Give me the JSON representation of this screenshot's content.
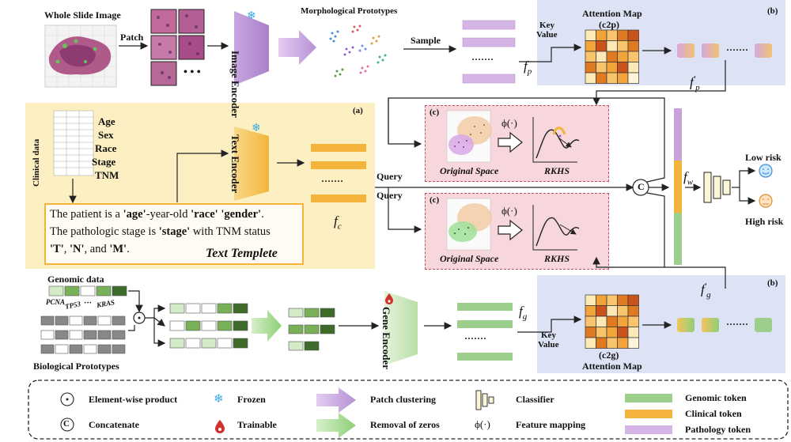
{
  "top": {
    "wsi_label": "Whole Slide Image",
    "patch_label": "Patch",
    "image_encoder": "Image Encoder",
    "morph_label": "Morphological Prototypes",
    "sample_label": "Sample",
    "dots": "·······",
    "fp": "f",
    "fp_sub": "p",
    "patch_dots": "• • •"
  },
  "panel_b_top": {
    "tag": "(b)",
    "key_value": "Key\nValue",
    "key": "Key",
    "value": "Value",
    "attn_title": "Attention Map",
    "attn_sub": "(c2p)",
    "dots": "·······",
    "fp_prime": "f",
    "fp_prime_sub": "p",
    "prime": "'"
  },
  "panel_a": {
    "tag": "(a)",
    "clinical_label": "Clinical data",
    "fields": [
      "Age",
      "Sex",
      "Race",
      "Stage",
      "TNM"
    ],
    "text_encoder": "Text Encoder",
    "fc": "f",
    "fc_sub": "c",
    "dots": "·······",
    "template_line1_parts": [
      "The patient is a ",
      "'age'",
      "-year-old ",
      "'race'",
      " ",
      "'gender'",
      "."
    ],
    "template_line2_parts": [
      "The pathologic stage is ",
      "'stage'",
      " with TNM status"
    ],
    "template_line3_parts": [
      "'T'",
      ", ",
      "'N'",
      ", and ",
      "'M'",
      "."
    ],
    "template_title": "Text Templete"
  },
  "panel_c": {
    "tag": "(c)",
    "phi": "ϕ(·)",
    "original_space": "Original Space",
    "rkhs": "RKHS"
  },
  "middle": {
    "query": "Query",
    "concat": "C",
    "fw": "f",
    "fw_sub": "w",
    "low_risk": "Low risk",
    "high_risk": "High risk"
  },
  "bottom": {
    "genomic_label": "Genomic data",
    "genes": [
      "PCNA",
      "TP53",
      "···",
      "KRAS"
    ],
    "bio_label": "Biological Prototypes",
    "gene_encoder": "Gene Encoder",
    "fg": "f",
    "fg_sub": "g",
    "dots": "·······",
    "dot_op": "·"
  },
  "panel_b_bottom": {
    "tag": "(b)",
    "key": "Key",
    "value": "Value",
    "attn_sub": "(c2g)",
    "attn_title": "Attention Map",
    "fg_prime": "f",
    "fg_prime_sub": "g",
    "prime": "'",
    "dots": "·······"
  },
  "legend": {
    "elementwise": "Element-wise product",
    "concatenate": "Concatenate",
    "frozen": "Frozen",
    "trainable": "Trainable",
    "patch_clustering": "Patch clustering",
    "removal_zeros": "Removal of zeros",
    "classifier": "Classifier",
    "feature_mapping": "Feature mapping",
    "phi": "ϕ(·)",
    "genomic_token": "Genomic token",
    "clinical_token": "Clinical token",
    "pathology_token": "Pathology token",
    "dot_symbol": "·",
    "c_symbol": "C"
  },
  "colors": {
    "pathology": "#d4b5e6",
    "clinical": "#f4b43c",
    "genomic": "#9ccf8c",
    "panel_a_bg": "#fcefc2",
    "panel_b_bg": "#dde3f5",
    "panel_c_bg": "#f7d6dc",
    "dark_green": "#3d6b2a",
    "mid_green": "#78b058",
    "light_green": "#d4ebc8"
  }
}
